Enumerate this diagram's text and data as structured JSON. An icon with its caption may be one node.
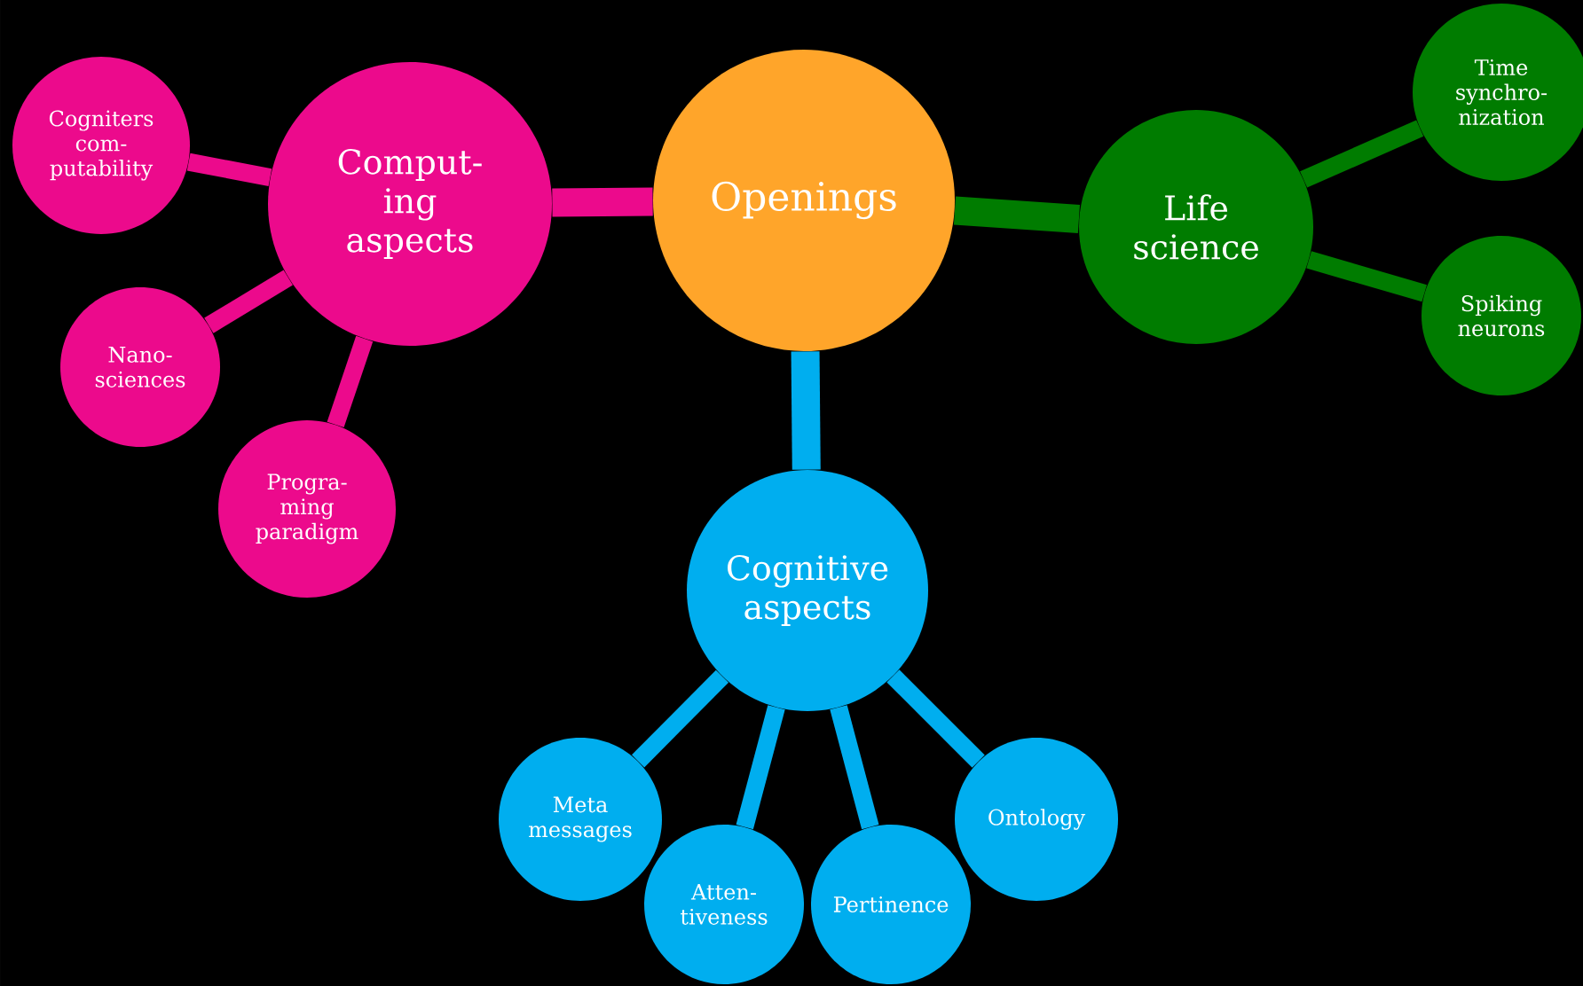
{
  "diagram": {
    "nodes": [
      {
        "text": [
          "Openings"
        ]
      },
      {
        "text": [
          "Comput- ing aspects"
        ]
      },
      {
        "text": [
          "Cogniters com- putability"
        ]
      },
      {
        "text": [
          "Nano- sciences"
        ]
      },
      {
        "text": [
          "Progra- ming paradigm"
        ]
      },
      {
        "text": [
          "Life science"
        ]
      },
      {
        "text": [
          "Time synchro- nization"
        ]
      },
      {
        "text": [
          "Spiking neurons"
        ]
      },
      {
        "text": [
          "Cognitive aspects"
        ]
      },
      {
        "text": [
          "Meta messages"
        ]
      },
      {
        "text": [
          "Atten- tiveness"
        ]
      },
      {
        "text": [
          "Pertinence"
        ]
      },
      {
        "text": [
          "Ontology"
        ]
      }
    ],
    "edges": [
      {
        "from": 0,
        "to": 1,
        "arrow": "none",
        "color": "#ec0a8c"
      },
      {
        "from": 1,
        "to": 2,
        "arrow": "none",
        "color": "#ec0a8c"
      },
      {
        "from": 1,
        "to": 3,
        "arrow": "none",
        "color": "#ec0a8c"
      },
      {
        "from": 1,
        "to": 4,
        "arrow": "none",
        "color": "#ec0a8c"
      },
      {
        "from": 0,
        "to": 5,
        "arrow": "none",
        "color": "#007c00"
      },
      {
        "from": 5,
        "to": 6,
        "arrow": "none",
        "color": "#007c00"
      },
      {
        "from": 5,
        "to": 7,
        "arrow": "none",
        "color": "#007c00"
      },
      {
        "from": 0,
        "to": 8,
        "arrow": "none",
        "color": "#00aeef"
      },
      {
        "from": 8,
        "to": 9,
        "arrow": "none",
        "color": "#00aeef"
      },
      {
        "from": 8,
        "to": 10,
        "arrow": "none",
        "color": "#00aeef"
      },
      {
        "from": 8,
        "to": 11,
        "arrow": "none",
        "color": "#00aeef"
      },
      {
        "from": 8,
        "to": 12,
        "arrow": "none",
        "color": "#00aeef"
      }
    ]
  }
}
